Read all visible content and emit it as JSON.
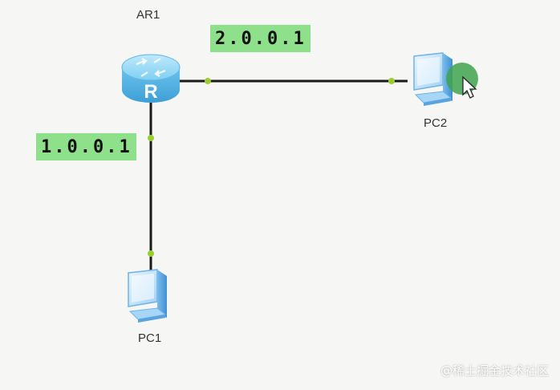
{
  "router": {
    "label": "AR1"
  },
  "pc1": {
    "label": "PC1"
  },
  "pc2": {
    "label": "PC2"
  },
  "links": {
    "to_pc2_ip": "2.0.0.1",
    "to_pc1_ip": "1.0.0.1"
  },
  "watermark": "@稀土掘金技术社区",
  "icons": {
    "router": "router-icon",
    "pc": "pc-icon",
    "cursor": "mouse-cursor-icon"
  },
  "colors": {
    "ip_tag_bg": "#8fe08a",
    "link_line": "#1a1a1a",
    "port_dot": "#9acd32",
    "router_blue": "#6ec6ef",
    "pc_blue": "#8fc9f5",
    "cursor_highlight": "#3fa34d"
  }
}
